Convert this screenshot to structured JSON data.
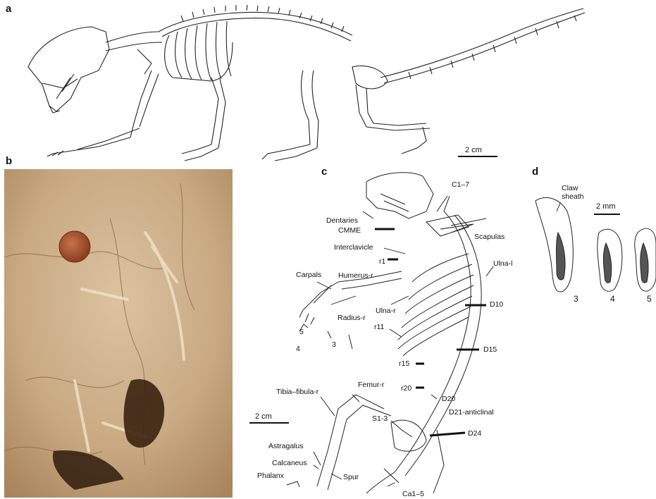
{
  "panels": {
    "a": "a",
    "b": "b",
    "c": "c",
    "d": "d"
  },
  "scales": {
    "a": "2 cm",
    "c": "2 cm",
    "d": "2 mm"
  },
  "labels_c": {
    "c1_7": "C1–7",
    "dentaries": "Dentaries",
    "cmme": "CMME",
    "scapulas": "Scapulas",
    "interclavicle": "Interclavicle",
    "r1": "r1",
    "ulna_l": "Ulna-l",
    "carpals": "Carpals",
    "humerus_r": "Humerus-r",
    "d10": "D10",
    "ulna_r": "Ulna-r",
    "radius_r": "Radius-r",
    "r11": "r11",
    "d15": "D15",
    "r15": "r15",
    "femur_r": "Femur-r",
    "tibia_fibula_r": "Tibia–fibula-r",
    "r20": "r20",
    "d20": "D20",
    "d21": "D21-anticlinal",
    "s1_3": "S1-3",
    "d24": "D24",
    "astragalus": "Astragalus",
    "calcaneus": "Calcaneus",
    "spur": "Spur",
    "phalanx": "Phalanx",
    "ca1_5": "Ca1–5",
    "digit_5": "5",
    "digit_4": "4",
    "digit_3": "3"
  },
  "labels_d": {
    "claw_sheath": "Claw\nsheath",
    "claw_3": "3",
    "claw_4": "4",
    "claw_5": "5"
  },
  "colors": {
    "photo_bg": "#c9ad88",
    "penny": "#a0522d",
    "line": "#222222"
  }
}
